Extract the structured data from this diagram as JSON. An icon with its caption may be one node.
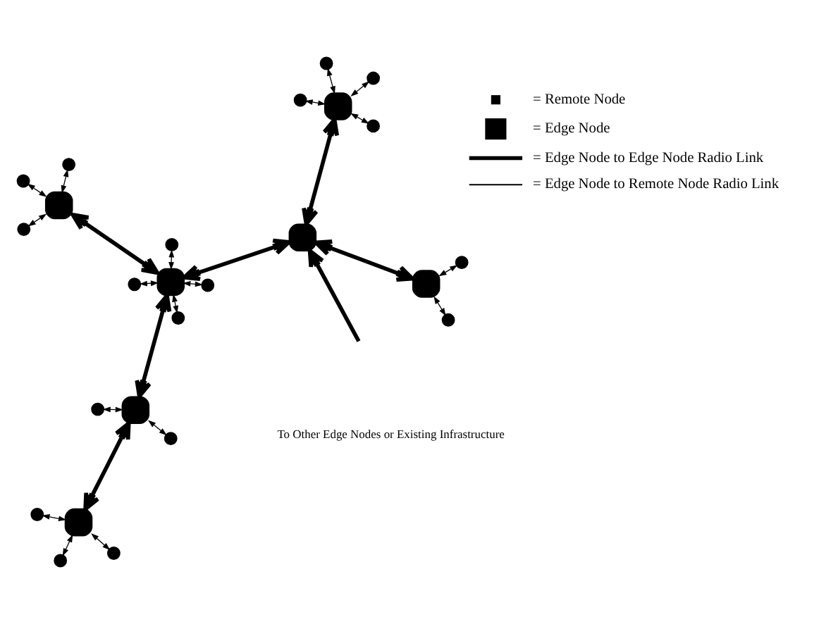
{
  "diagram": {
    "nodes": [
      {
        "text": [],
        "shape": "circle"
      },
      {
        "text": [],
        "shape": "circle"
      },
      {
        "text": [],
        "shape": "circle"
      },
      {
        "text": [],
        "shape": "circle"
      },
      {
        "text": [],
        "shape": "box"
      },
      {
        "text": [],
        "shape": "box"
      },
      {
        "text": [],
        "shape": "box"
      },
      {
        "text": [],
        "shape": "circle"
      },
      {
        "text": [],
        "shape": "circle"
      },
      {
        "text": [],
        "shape": "circle"
      },
      {
        "text": [],
        "shape": "box"
      },
      {
        "text": [],
        "shape": "circle"
      },
      {
        "text": [],
        "shape": "circle"
      },
      {
        "text": [],
        "shape": "circle"
      },
      {
        "text": [],
        "shape": "box"
      },
      {
        "text": [],
        "shape": "box"
      },
      {
        "text": [],
        "shape": "circle"
      },
      {
        "text": [],
        "shape": "circle"
      },
      {
        "text": [],
        "shape": "circle"
      },
      {
        "text": [],
        "shape": "circle"
      },
      {
        "text": [],
        "shape": "box"
      },
      {
        "text": [],
        "shape": "circle"
      },
      {
        "text": [],
        "shape": "circle"
      },
      {
        "text": [],
        "shape": "circle"
      },
      {
        "text": [],
        "shape": "circle"
      }
    ],
    "edges": [
      {
        "from": 6,
        "to": 5,
        "arrow": "both",
        "style": "thick"
      },
      {
        "from": 6,
        "to": 0,
        "arrow": "both"
      },
      {
        "from": 6,
        "to": 3,
        "arrow": "both"
      },
      {
        "from": 6,
        "to": 7,
        "arrow": "both"
      },
      {
        "from": 5,
        "to": 2,
        "arrow": "both"
      },
      {
        "from": 5,
        "to": 8,
        "arrow": "both"
      },
      {
        "from": 5,
        "to": 14,
        "arrow": "both",
        "style": "thick"
      },
      {
        "from": 4,
        "to": 1,
        "arrow": "both"
      },
      {
        "from": 4,
        "to": 9,
        "arrow": "both"
      },
      {
        "from": 4,
        "to": 10,
        "arrow": "both",
        "style": "thick"
      },
      {
        "from": null,
        "to": 10,
        "arrow": "to",
        "style": "thick"
      },
      {
        "from": 10,
        "to": 14,
        "arrow": "both",
        "style": "thick"
      },
      {
        "from": 10,
        "to": 20,
        "arrow": "both",
        "style": "thick"
      },
      {
        "from": 15,
        "to": 14,
        "arrow": "both",
        "style": "thick"
      },
      {
        "from": 15,
        "to": 11,
        "arrow": "both"
      },
      {
        "from": 15,
        "to": 13,
        "arrow": "both"
      },
      {
        "from": 15,
        "to": 19,
        "arrow": "both"
      },
      {
        "from": 14,
        "to": 12,
        "arrow": "both"
      },
      {
        "from": 14,
        "to": 16,
        "arrow": "both"
      },
      {
        "from": 14,
        "to": 18,
        "arrow": "both"
      },
      {
        "from": 14,
        "to": 22,
        "arrow": "both"
      },
      {
        "from": 20,
        "to": 17,
        "arrow": "both"
      },
      {
        "from": 20,
        "to": 21,
        "arrow": "both"
      },
      {
        "from": 20,
        "to": 23,
        "arrow": "both"
      },
      {
        "from": 20,
        "to": 24,
        "arrow": "both"
      }
    ],
    "labels": [
      "To Other Edge Nodes or Existing Infrastructure"
    ],
    "legend": [
      {
        "text": "= Remote Node"
      },
      {
        "text": "= Edge Node"
      },
      {
        "text": "= Edge Node to Edge Node Radio Link"
      },
      {
        "text": "= Edge Node to Remote Node Radio Link"
      }
    ]
  }
}
